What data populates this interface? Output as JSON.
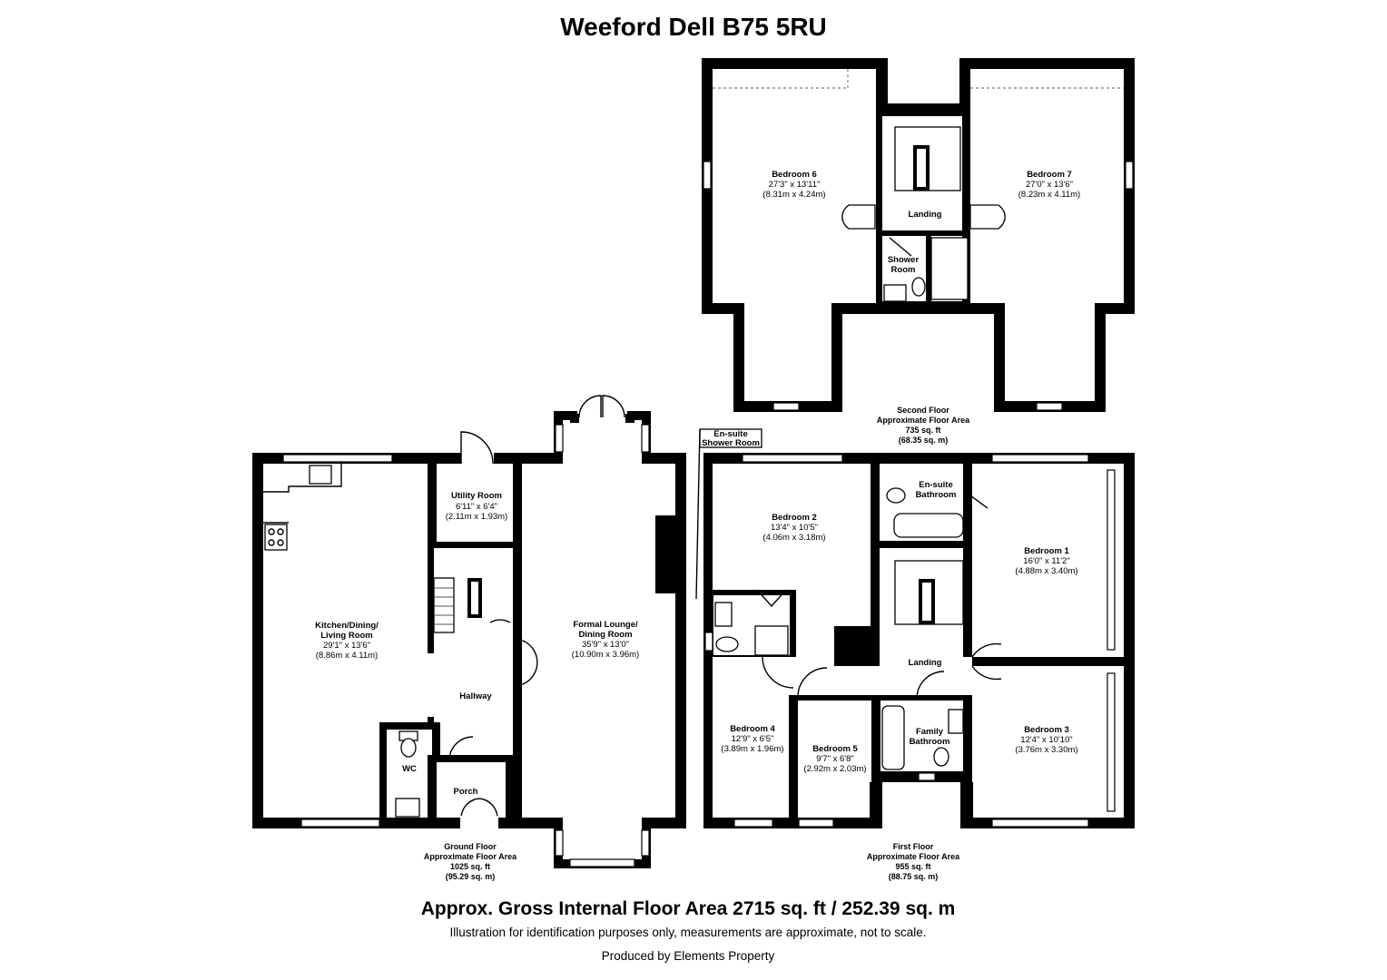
{
  "title": "Weeford Dell B75 5RU",
  "gross_area": "Approx. Gross Internal Floor Area 2715 sq. ft / 252.39 sq. m",
  "disclaimer": "Illustration for identification purposes only, measurements are approximate, not to scale.",
  "producer": "Produced by Elements Property",
  "floors": {
    "ground": {
      "line1": "Ground Floor",
      "line2": "Approximate Floor Area",
      "line3": "1025 sq. ft",
      "line4": "(95.29 sq. m)",
      "rooms": {
        "kitchen": {
          "name1": "Kitchen/Dining/",
          "name2": "Living Room",
          "imperial": "29'1\" x 13'6\"",
          "metric": "(8.86m x 4.11m)"
        },
        "utility": {
          "name": "Utility Room",
          "imperial": "6'11\" x 6'4\"",
          "metric": "(2.11m x 1.93m)"
        },
        "lounge": {
          "name1": "Formal Lounge/",
          "name2": "Dining Room",
          "imperial": "35'9\" x 13'0\"",
          "metric": "(10.90m x 3.96m)"
        },
        "hallway": {
          "name": "Hallway"
        },
        "wc": {
          "name": "WC"
        },
        "porch": {
          "name": "Porch"
        }
      }
    },
    "first": {
      "line1": "First Floor",
      "line2": "Approximate Floor Area",
      "line3": "955 sq. ft",
      "line4": "(88.75 sq. m)",
      "rooms": {
        "bedroom1": {
          "name": "Bedroom 1",
          "imperial": "16'0\" x 11'2\"",
          "metric": "(4.88m x 3.40m)"
        },
        "bedroom2": {
          "name": "Bedroom 2",
          "imperial": "13'4\" x 10'5\"",
          "metric": "(4.06m x 3.18m)"
        },
        "bedroom3": {
          "name": "Bedroom 3",
          "imperial": "12'4\" x 10'10\"",
          "metric": "(3.76m x 3.30m)"
        },
        "bedroom4": {
          "name": "Bedroom 4",
          "imperial": "12'9\" x 6'5\"",
          "metric": "(3.89m x 1.96m)"
        },
        "bedroom5": {
          "name": "Bedroom 5",
          "imperial": "9'7\" x 6'8\"",
          "metric": "(2.92m x 2.03m)"
        },
        "ensuite_bath": {
          "name1": "En-suite",
          "name2": "Bathroom"
        },
        "family_bath": {
          "name1": "Family",
          "name2": "Bathroom"
        },
        "landing": {
          "name": "Landing"
        },
        "ensuite_shower": {
          "name1": "En-suite",
          "name2": "Shower Room"
        }
      }
    },
    "second": {
      "line1": "Second Floor",
      "line2": "Approximate Floor Area",
      "line3": "735 sq. ft",
      "line4": "(68.35 sq. m)",
      "rooms": {
        "bedroom6": {
          "name": "Bedroom 6",
          "imperial": "27'3\" x 13'11\"",
          "metric": "(8.31m x 4.24m)"
        },
        "bedroom7": {
          "name": "Bedroom 7",
          "imperial": "27'0\" x 13'6\"",
          "metric": "(8.23m x 4.11m)"
        },
        "landing": {
          "name": "Landing"
        },
        "shower": {
          "name1": "Shower",
          "name2": "Room"
        }
      }
    }
  }
}
